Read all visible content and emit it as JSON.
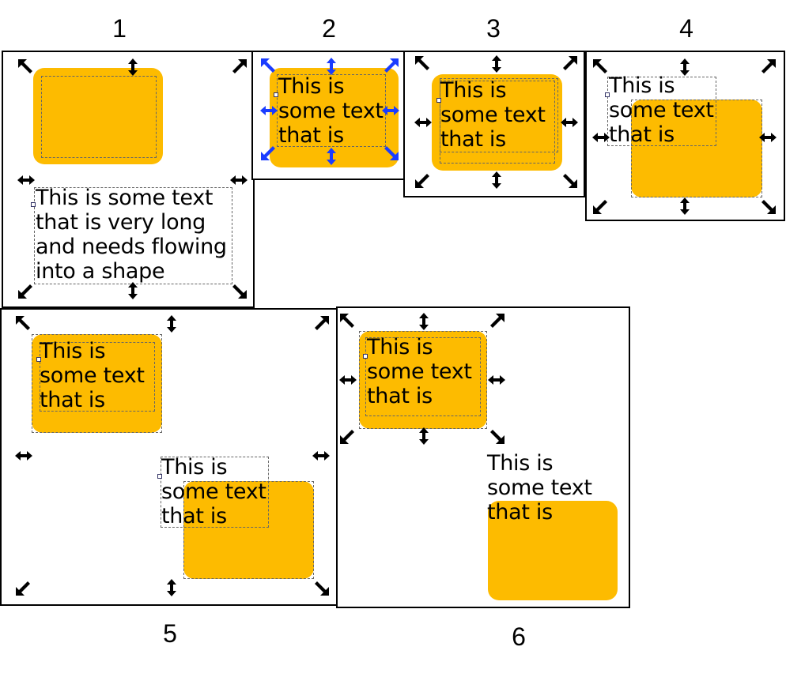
{
  "labels": {
    "p1": "1",
    "p2": "2",
    "p3": "3",
    "p4": "4",
    "p5": "5",
    "p6": "6"
  },
  "texts": {
    "long_text": "This is some text\nthat is very long\nand needs flowing\ninto a shape",
    "short_text": "This is\nsome text\nthat is"
  },
  "colors": {
    "shape_fill": "#fdbb00",
    "handle_black": "#000000",
    "handle_blue": "#1a3cff",
    "frame_dash": "#666666"
  },
  "icons": {
    "handle_types": [
      "scale-diagonal-arrow-icon",
      "scale-vertical-arrow-icon",
      "scale-horizontal-arrow-icon"
    ]
  }
}
